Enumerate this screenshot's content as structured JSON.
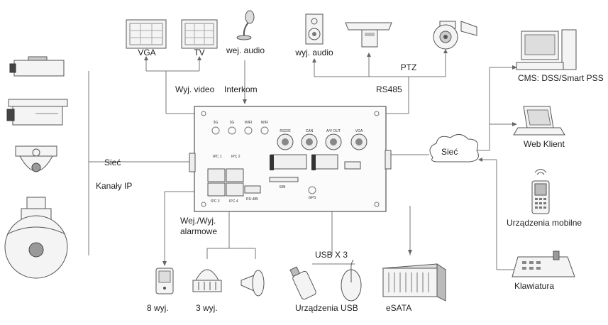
{
  "labels": {
    "vga": "VGA",
    "tv": "TV",
    "audio_in": "wej. audio",
    "audio_out": "wyj. audio",
    "ptz": "PTZ",
    "video_out": "Wyj. video",
    "intercom": "Interkom",
    "rs485": "RS485",
    "cms": "CMS: DSS/Smart PSS",
    "network_left": "Sieć",
    "ip_channels": "Kanały IP",
    "network_right": "Sieć",
    "web_client": "Web Klient",
    "mobile": "Urządzenia mobilne",
    "keyboard": "Klawiatura",
    "alarm_io_1": "Wej./Wyj.",
    "alarm_io_2": "alarmowe",
    "usb_x3": "USB X 3",
    "out_8": "8 wyj.",
    "out_3": "3 wyj.",
    "usb_devices": "Urządzenia USB",
    "esata": "eSATA"
  },
  "panel": {
    "antenna_1": "3G",
    "antenna_2": "3G",
    "antenna_3": "WIFI",
    "antenna_4": "WIFI",
    "rs232": "RS232",
    "can": "CAN",
    "av_out": "A/V OUT",
    "vga": "VGA",
    "ipc1": "IPC 1",
    "ipc2": "IPC 2",
    "ipc3": "IPC 3",
    "ipc4": "IPC 4",
    "rs485": "RS-485",
    "sim": "SIM",
    "gps": "GPS"
  },
  "icons": [
    "bullet-camera-icon",
    "box-camera-icon",
    "dome-camera-icon",
    "speed-dome-camera-icon",
    "monitor-icon",
    "tv-icon",
    "microphone-icon",
    "speaker-icon",
    "ptz-keyboard-icon",
    "speed-dome-icon",
    "computer-icon",
    "cloud-icon",
    "laptop-icon",
    "mobile-phone-icon",
    "control-keyboard-icon",
    "alarm-device-icon",
    "siren-icon",
    "horn-icon",
    "usb-drive-icon",
    "mouse-icon",
    "esata-array-icon"
  ]
}
